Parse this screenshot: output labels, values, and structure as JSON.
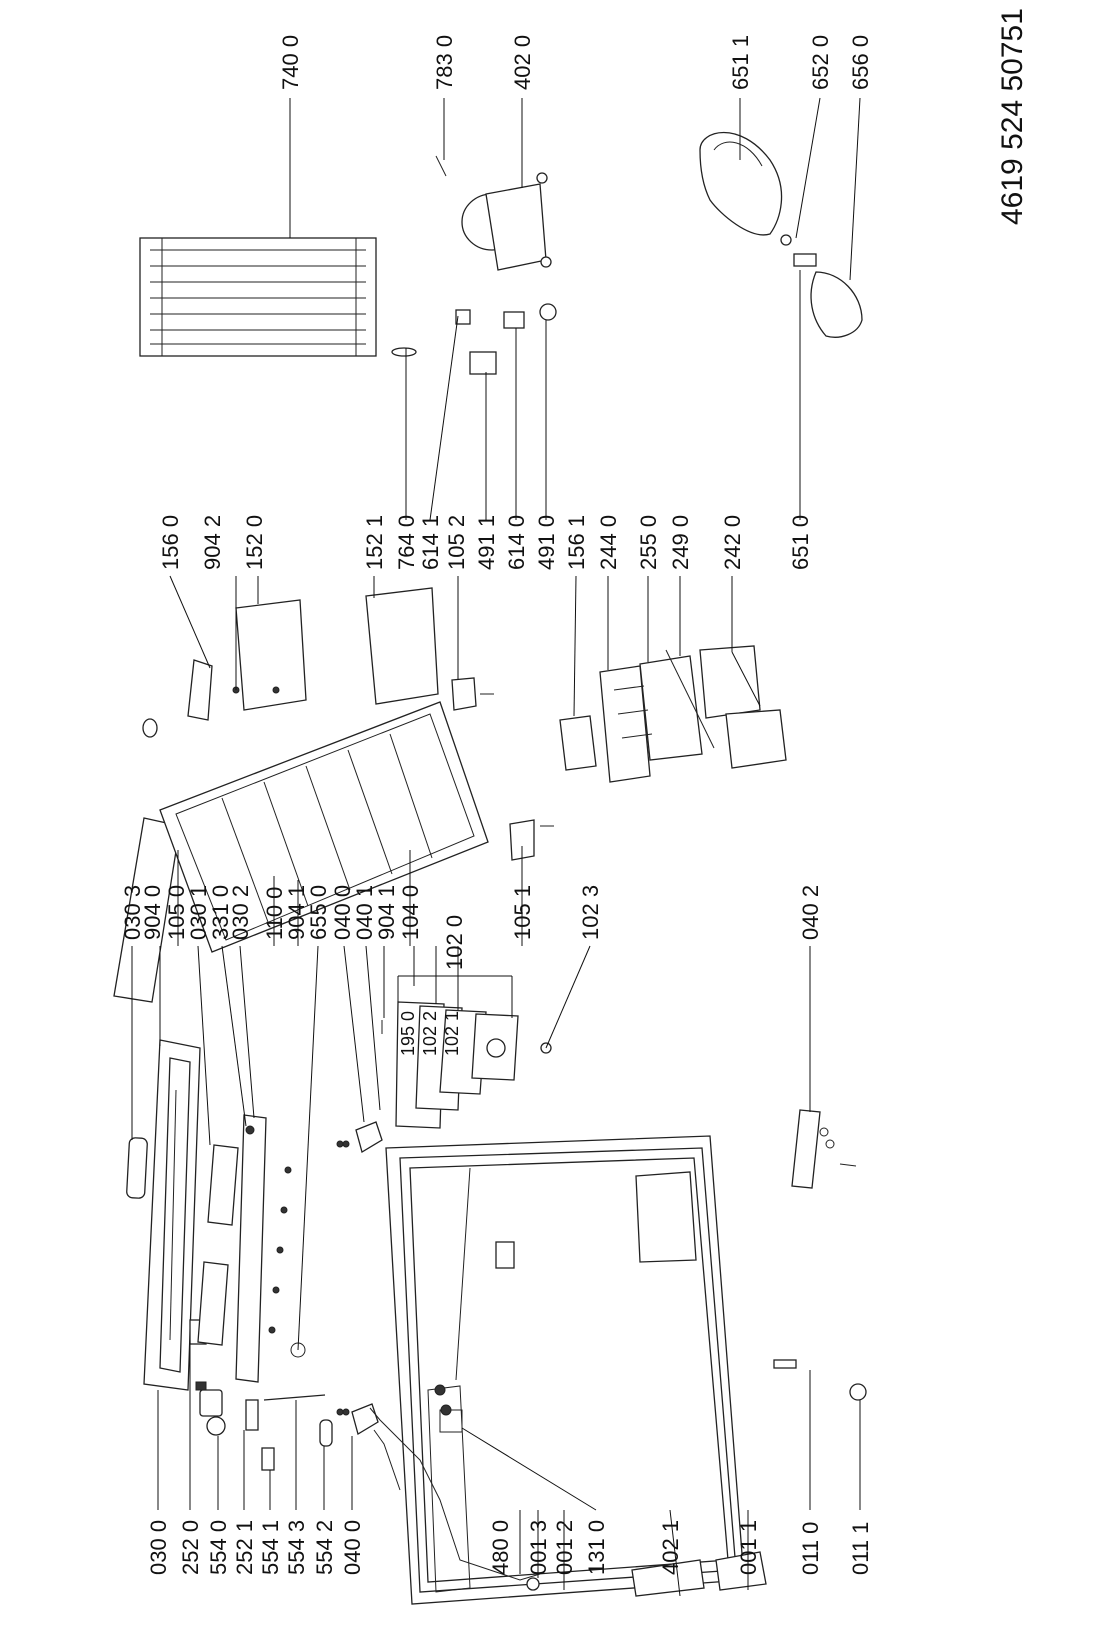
{
  "document_number": "4619 524 50751",
  "labels": {
    "030_0": "030 0",
    "252_0": "252 0",
    "554_0": "554 0",
    "252_1": "252 1",
    "554_1": "554 1",
    "554_3": "554 3",
    "554_2": "554 2",
    "040_0": "040 0",
    "480_0": "480 0",
    "001_3": "001 3",
    "001_2": "001 2",
    "131_0": "131 0",
    "402_1": "402 1",
    "001_1": "001 1",
    "011_0": "011 0",
    "011_1": "011 1",
    "030_3": "030 3",
    "904_0": "904 0",
    "105_0": "105 0",
    "030_1": "030 1",
    "331_0": "331 0",
    "030_2": "030 2",
    "110_0": "110 0",
    "904_1": "904 1",
    "655_0": "655 0",
    "040_1": "040 1",
    "102_0": "102 0",
    "195_0": "195 0",
    "102_2": "102 2",
    "102_1": "102 1",
    "104_0": "104 0",
    "105_1": "105 1",
    "102_3": "102 3",
    "040_2": "040 2",
    "156_0": "156 0",
    "904_2": "904 2",
    "152_0": "152 0",
    "152_1": "152 1",
    "764_0": "764 0",
    "614_1": "614 1",
    "105_2": "105 2",
    "491_1": "491 1",
    "614_0": "614 0",
    "491_0": "491 0",
    "156_1": "156 1",
    "244_0": "244 0",
    "255_0": "255 0",
    "249_0": "249 0",
    "242_0": "242 0",
    "651_0": "651 0",
    "740_0": "740 0",
    "783_0": "783 0",
    "402_0": "402 0",
    "651_1": "651 1",
    "652_0": "652 0",
    "656_0": "656 0"
  }
}
